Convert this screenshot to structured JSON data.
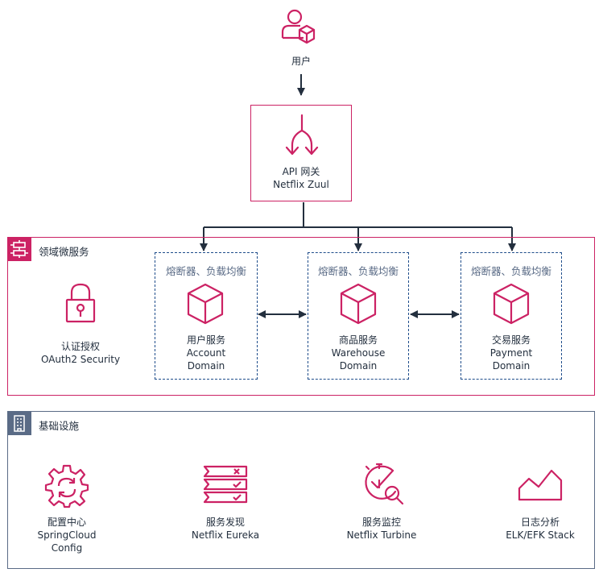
{
  "user": {
    "label": "用户"
  },
  "gateway": {
    "line1": "API 网关",
    "line2": "Netflix Zuul"
  },
  "domain_group": {
    "title": "领域微服务",
    "auth": {
      "line1": "认证授权",
      "line2": "OAuth2 Security"
    },
    "services": [
      {
        "tag": "熔断器、负载均衡",
        "line1": "用户服务",
        "line2": "Account",
        "line3": "Domain"
      },
      {
        "tag": "熔断器、负载均衡",
        "line1": "商品服务",
        "line2": "Warehouse",
        "line3": "Domain"
      },
      {
        "tag": "熔断器、负载均衡",
        "line1": "交易服务",
        "line2": "Payment",
        "line3": "Domain"
      }
    ]
  },
  "infra_group": {
    "title": "基础设施",
    "items": [
      {
        "line1": "配置中心",
        "line2": "SpringCloud",
        "line3": "Config"
      },
      {
        "line1": "服务发现",
        "line2": "Netflix Eureka"
      },
      {
        "line1": "服务监控",
        "line2": "Netflix Turbine"
      },
      {
        "line1": "日志分析",
        "line2": "ELK/EFK Stack"
      }
    ]
  },
  "colors": {
    "accent": "#cc2264",
    "infra": "#5a6b86",
    "dashed": "#1f4d8b",
    "line": "#232f3e"
  },
  "icons": [
    "user-icon",
    "split-icon",
    "lock-icon",
    "cube-icon",
    "config-icon",
    "registry-icon",
    "monitor-icon",
    "area-chart-icon"
  ]
}
